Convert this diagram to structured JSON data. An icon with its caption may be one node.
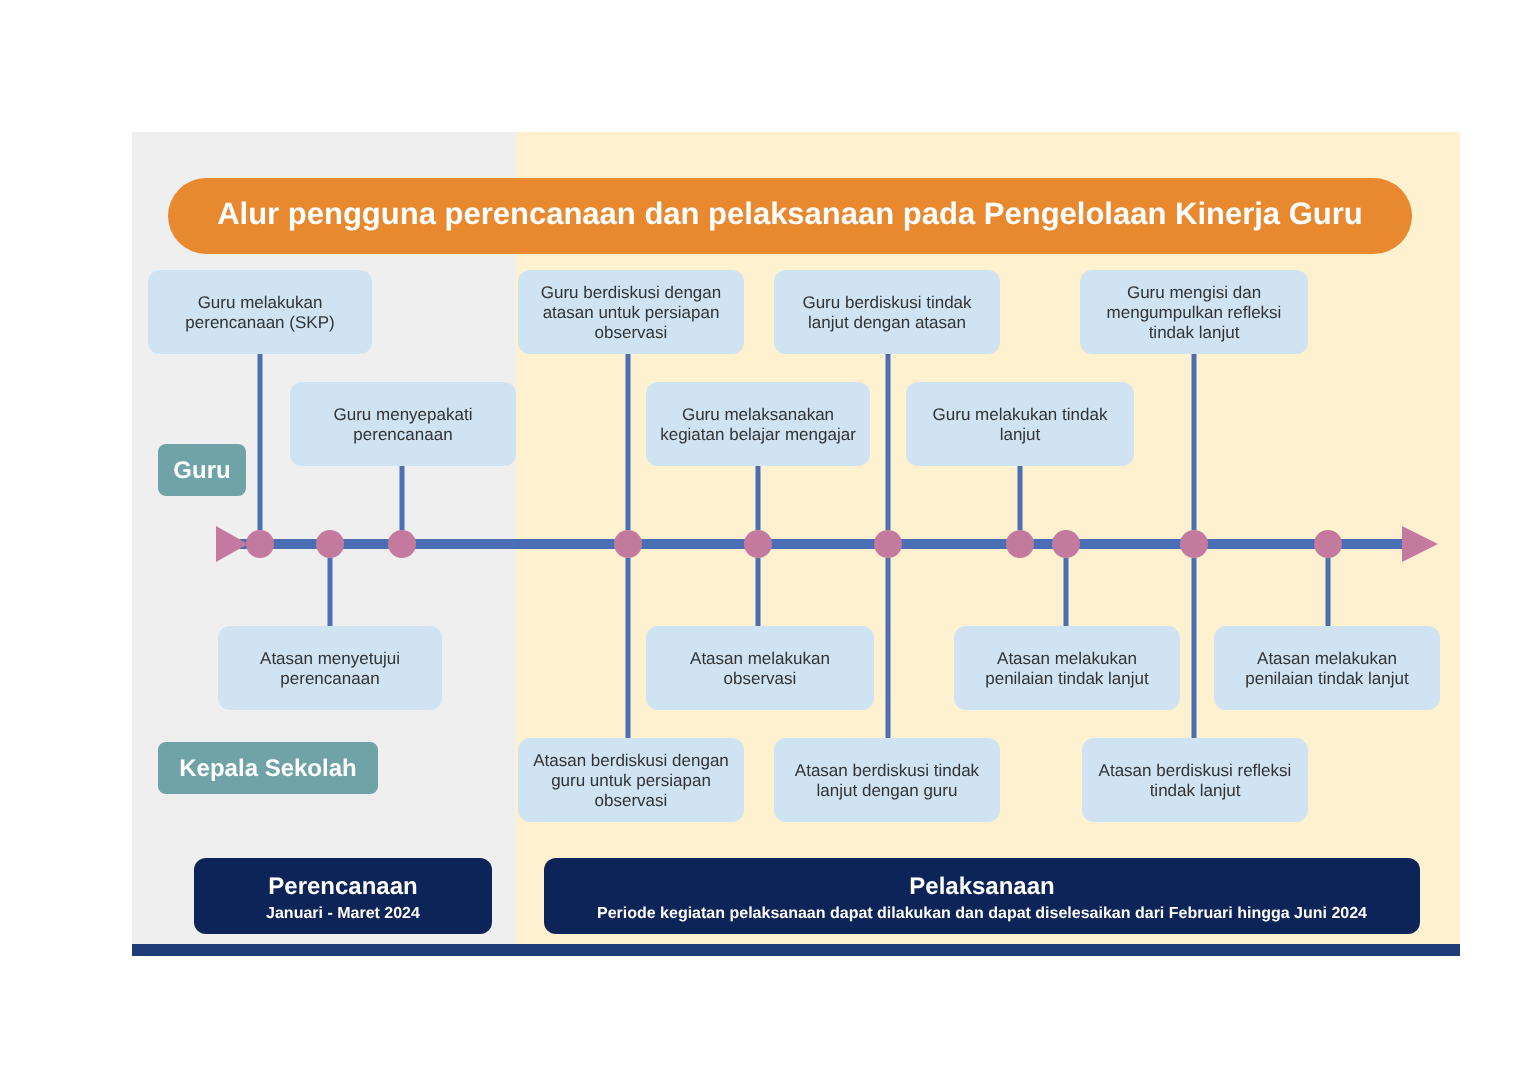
{
  "diagram": {
    "title": "Alur pengguna perencanaan dan pelaksanaan pada Pengelolaan Kinerja Guru",
    "nodes": [
      {
        "text": [
          "Guru"
        ]
      },
      {
        "text": [
          "Kepala Sekolah"
        ]
      },
      {
        "text": [
          "Guru melakukan perencanaan (SKP)"
        ]
      },
      {
        "text": [
          "Guru menyepakati perencanaan"
        ]
      },
      {
        "text": [
          "Guru berdiskusi dengan atasan untuk persiapan observasi"
        ]
      },
      {
        "text": [
          "Guru melaksanakan kegiatan belajar mengajar"
        ]
      },
      {
        "text": [
          "Guru berdiskusi tindak lanjut dengan atasan"
        ]
      },
      {
        "text": [
          "Guru melakukan tindak lanjut"
        ]
      },
      {
        "text": [
          "Guru mengisi dan mengumpulkan refleksi tindak lanjut"
        ]
      },
      {
        "text": [
          "Atasan menyetujui perencanaan"
        ]
      },
      {
        "text": [
          "Atasan melakukan observasi"
        ]
      },
      {
        "text": [
          "Atasan melakukan penilaian tindak lanjut"
        ]
      },
      {
        "text": [
          "Atasan melakukan penilaian tindak lanjut"
        ]
      },
      {
        "text": [
          "Atasan berdiskusi dengan guru untuk persiapan observasi"
        ]
      },
      {
        "text": [
          "Atasan berdiskusi tindak lanjut dengan guru"
        ]
      },
      {
        "text": [
          "Atasan berdiskusi refleksi tindak lanjut"
        ]
      },
      {
        "text": [
          "Perencanaan",
          "Januari - Maret 2024"
        ]
      },
      {
        "text": [
          "Pelaksanaan",
          "Periode kegiatan pelaksanaan dapat dilakukan dan dapat diselesaikan dari Februari hingga Juni 2024"
        ]
      },
      {
        "text": [],
        "shape": "circle"
      },
      {
        "text": [],
        "shape": "circle"
      },
      {
        "text": [],
        "shape": "circle"
      },
      {
        "text": [],
        "shape": "circle"
      },
      {
        "text": [],
        "shape": "circle"
      },
      {
        "text": [],
        "shape": "circle"
      },
      {
        "text": [],
        "shape": "circle"
      },
      {
        "text": [],
        "shape": "circle"
      },
      {
        "text": [],
        "shape": "circle"
      },
      {
        "text": [],
        "shape": "circle"
      }
    ],
    "edges": [
      {
        "from": 2,
        "to": 18,
        "arrow": "none"
      },
      {
        "from": 9,
        "to": 19,
        "arrow": "none"
      },
      {
        "from": 3,
        "to": 20,
        "arrow": "none"
      },
      {
        "from": 4,
        "to": 21,
        "arrow": "none"
      },
      {
        "from": 13,
        "to": 21,
        "arrow": "none"
      },
      {
        "from": 5,
        "to": 22,
        "arrow": "none"
      },
      {
        "from": 10,
        "to": 22,
        "arrow": "none"
      },
      {
        "from": 6,
        "to": 23,
        "arrow": "none"
      },
      {
        "from": 14,
        "to": 23,
        "arrow": "none"
      },
      {
        "from": 7,
        "to": 24,
        "arrow": "none"
      },
      {
        "from": 11,
        "to": 25,
        "arrow": "none"
      },
      {
        "from": 8,
        "to": 26,
        "arrow": "none"
      },
      {
        "from": 15,
        "to": 26,
        "arrow": "none"
      },
      {
        "from": 12,
        "to": 27,
        "arrow": "none"
      }
    ]
  }
}
